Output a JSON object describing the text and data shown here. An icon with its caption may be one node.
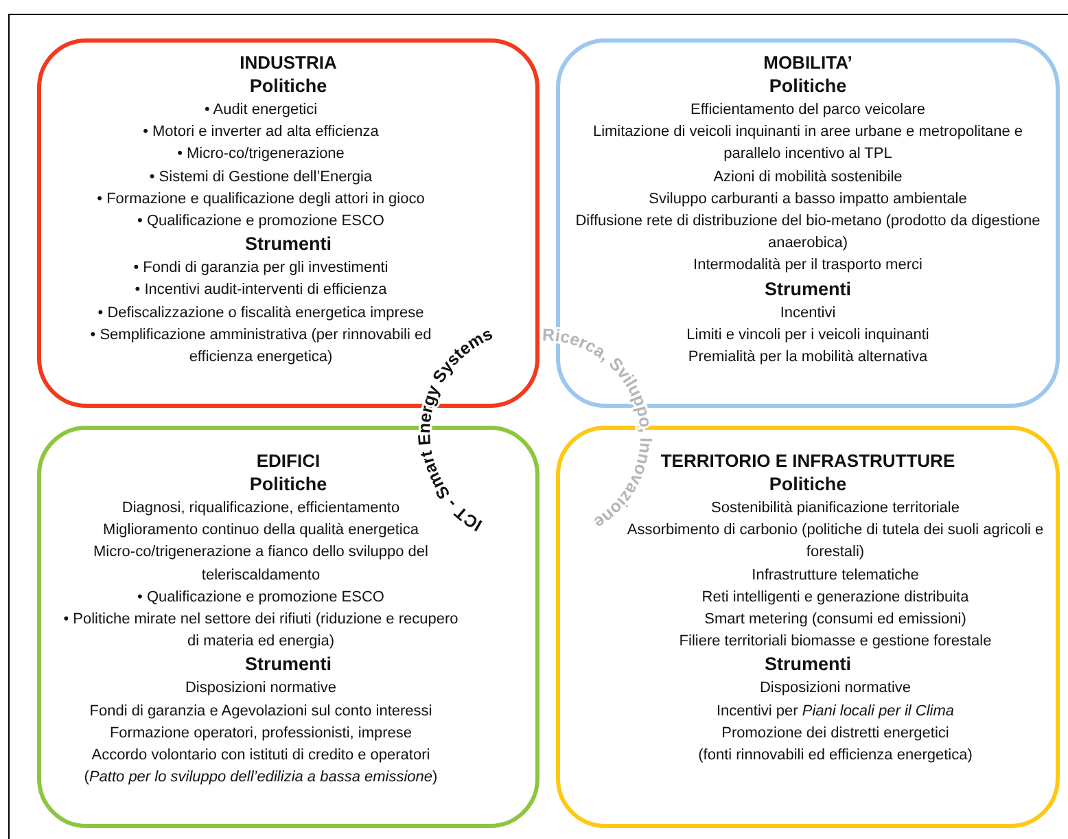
{
  "diagram": {
    "nodes": [
      {
        "text": [
          "INDUSTRIA",
          "Politiche",
          "• Audit energetici",
          "• Motori e inverter ad alta efficienza",
          "• Micro-co/trigenerazione",
          "• Sistemi di Gestione dell’Energia",
          "• Formazione e qualificazione degli attori in gioco",
          "• Qualificazione e promozione ESCO",
          "Strumenti",
          "• Fondi di garanzia per gli investimenti",
          "• Incentivi audit-interventi di efficienza",
          "• Defiscalizzazione o fiscalità energetica imprese",
          "• Semplificazione amministrativa (per rinnovabili ed efficienza energetica)"
        ]
      },
      {
        "text": [
          "MOBILITA’",
          "Politiche",
          "Efficientamento del parco veicolare",
          "Limitazione di veicoli inquinanti in aree urbane e metropolitane e parallelo incentivo al TPL",
          "Azioni di mobilità sostenibile",
          "Sviluppo carburanti a basso impatto ambientale",
          "Diffusione rete di distribuzione del bio-metano (prodotto da digestione anaerobica)",
          "Intermodalità per il trasporto merci",
          "Strumenti",
          "Incentivi",
          "Limiti e vincoli per i veicoli inquinanti",
          "Premialità per la mobilità alternativa"
        ]
      },
      {
        "text": [
          "EDIFICI",
          "Politiche",
          "Diagnosi, riqualificazione, efficientamento",
          "Miglioramento continuo della qualità energetica",
          "Micro-co/trigenerazione a fianco dello sviluppo del teleriscaldamento",
          "• Qualificazione e promozione ESCO",
          "• Politiche mirate nel settore dei rifiuti (riduzione e recupero di materia ed energia)",
          "Strumenti",
          "Disposizioni normative",
          "Fondi di garanzia e Agevolazioni sul conto interessi",
          "Formazione operatori, professionisti, imprese",
          "Accordo volontario con istituti di credito e operatori",
          "(*Patto per lo sviluppo dell’edilizia a bassa emissione*)"
        ]
      },
      {
        "text": [
          "TERRITORIO E INFRASTRUTTURE",
          "Politiche",
          "Sostenibilità pianificazione territoriale",
          "Assorbimento di carbonio (politiche di tutela dei suoli agricoli e forestali)",
          "Infrastrutture telematiche",
          "Reti intelligenti e generazione distribuita",
          "Smart metering (consumi ed emissioni)",
          "Filiere territoriali biomasse e gestione forestale",
          "Strumenti",
          "Disposizioni normative",
          "Incentivi per *Piani locali per il Clima*",
          "Promozione dei distretti energetici",
          "(fonti rinnovabili ed efficienza energetica)"
        ]
      }
    ],
    "labels": [
      "ICT - Smart Energy Systems",
      "Ricerca, Sviluppo, Innovazione"
    ]
  }
}
